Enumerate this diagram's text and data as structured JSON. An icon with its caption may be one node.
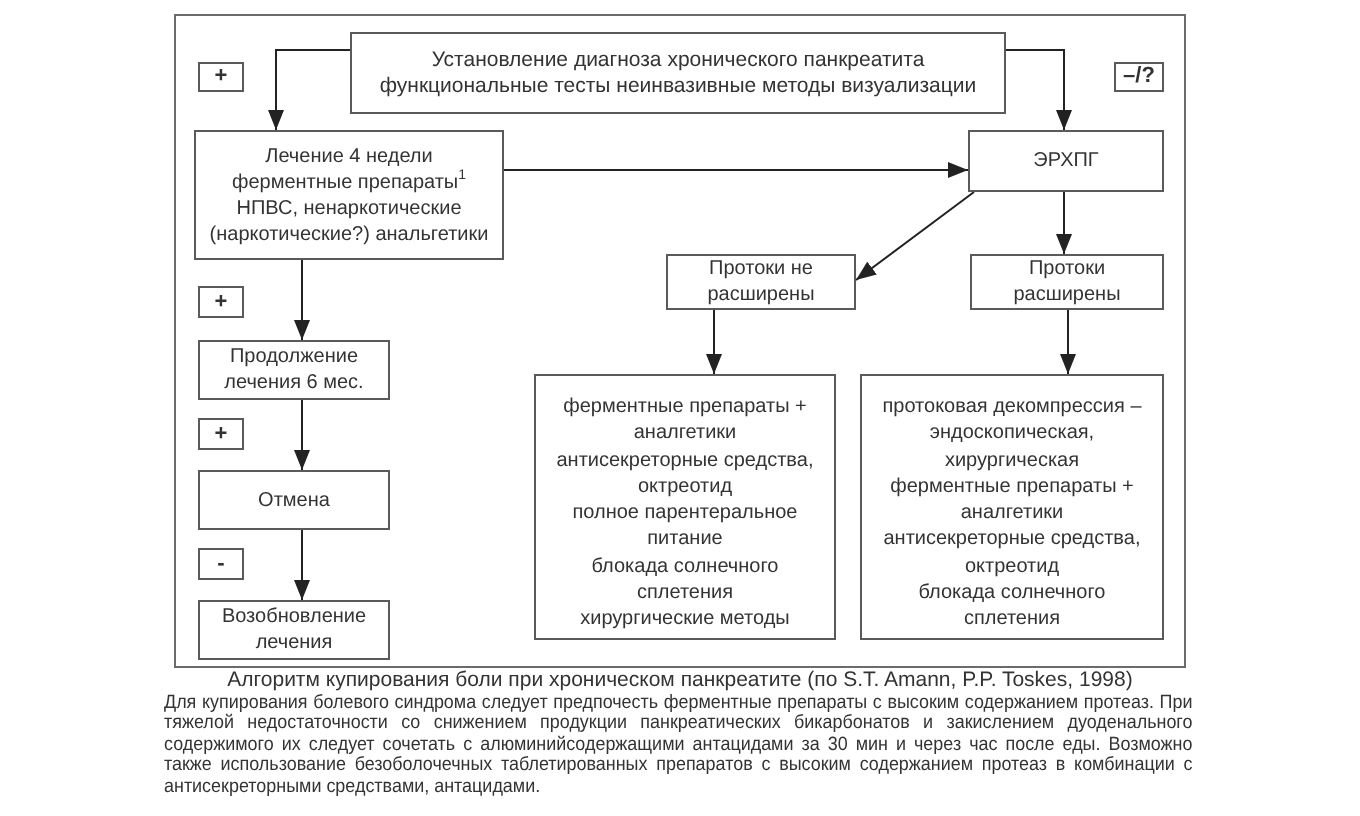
{
  "diagram": {
    "caption": "Алгоритм купирования боли при хроническом панкреатите (по S.T. Amann, P.P. Toskes, 1998)",
    "nodes": [
      {
        "text": [
          "Установление диагноза хронического панкреатита",
          "функциональные тесты неинвазивные методы визуализации"
        ]
      },
      {
        "text": [
          "+"
        ]
      },
      {
        "text": [
          "–/?"
        ]
      },
      {
        "text": [
          "Лечение 4 недели",
          "ферментные препараты$^{1}$",
          "НПВС, ненаркотические (наркотические?) анальгетики"
        ]
      },
      {
        "text": [
          "ЭРХПГ"
        ]
      },
      {
        "text": [
          "Протоки не расширены"
        ]
      },
      {
        "text": [
          "Протоки расширены"
        ]
      },
      {
        "text": [
          "+"
        ]
      },
      {
        "text": [
          "Продолжение лечения 6 мес."
        ]
      },
      {
        "text": [
          "+"
        ]
      },
      {
        "text": [
          "Отмена"
        ]
      },
      {
        "text": [
          "-"
        ]
      },
      {
        "text": [
          "Возобновление лечения"
        ]
      },
      {
        "text": [
          "ферментные препараты + аналгетики",
          "антисекреторные средства, октреотид",
          "полное парентеральное питание",
          "блокада солнечного сплетения",
          "хирургические методы"
        ]
      },
      {
        "text": [
          "протоковая декомпрессия – эндоскопическая, хирургическая",
          "ферментные препараты + аналгетики",
          "антисекреторные средства, октреотид",
          "блокада солнечного сплетения"
        ]
      }
    ],
    "edges": [
      {
        "from": 0,
        "to": 3,
        "arrow": "to"
      },
      {
        "from": 0,
        "to": 4,
        "arrow": "to"
      },
      {
        "from": 3,
        "to": 4,
        "arrow": "to"
      },
      {
        "from": 4,
        "to": 5,
        "arrow": "to"
      },
      {
        "from": 4,
        "to": 6,
        "arrow": "to"
      },
      {
        "from": 3,
        "to": 8,
        "arrow": "to"
      },
      {
        "from": 8,
        "to": 10,
        "arrow": "to"
      },
      {
        "from": 10,
        "to": 12,
        "arrow": "to"
      },
      {
        "from": 5,
        "to": 13,
        "arrow": "to"
      },
      {
        "from": 6,
        "to": 14,
        "arrow": "to"
      }
    ],
    "labels": [
      "Для купирования болевого синдрома следует предпочесть ферментные препараты с высоким содержанием протеаз. При тяжелой недостаточности со снижением продукции панкреатических бикарбонатов и закислением дуоденального содержимого их следует сочетать с алюминийсодержащими антацидами за 30 мин и через час после еды. Возможно также использование безоболочечных таблетированных препаратов с высоким содержанием протеаз в комбинации с антисекреторными средствами, антацидами."
    ]
  }
}
